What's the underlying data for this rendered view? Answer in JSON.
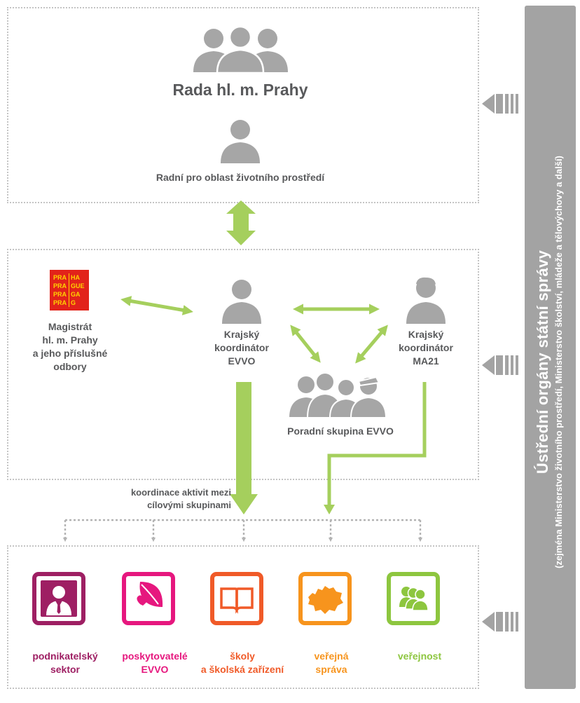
{
  "top": {
    "council_title": "Rada hl. m. Prahy",
    "councillor_label": "Radní pro oblast životního prostředí"
  },
  "middle": {
    "magistrat_logo_cells": [
      "PRA",
      "HA",
      "PRA",
      "GUE",
      "PRA",
      "GA",
      "PRA",
      "G"
    ],
    "magistrat_label": [
      "Magistrát",
      "hl. m. Prahy",
      "a jeho příslušné",
      "odbory"
    ],
    "evvo_coordinator_label": [
      "Krajský",
      "koordinátor",
      "EVVO"
    ],
    "ma21_coordinator_label": [
      "Krajský",
      "koordinátor",
      "MA21"
    ],
    "advisory_group_label": "Poradní skupina EVVO"
  },
  "coordination_note": [
    "koordinace aktivit mezi",
    "cílovými skupinami"
  ],
  "target_groups": [
    {
      "label": [
        "podnikatelský",
        "sektor"
      ],
      "color": "#9e1f63",
      "icon": "businessman-icon"
    },
    {
      "label": [
        "poskytovatelé",
        "EVVO"
      ],
      "color": "#e6177e",
      "icon": "leaf-heart-icon"
    },
    {
      "label": [
        "školy",
        "a školská zařízení"
      ],
      "color": "#f05a28",
      "icon": "open-book-icon"
    },
    {
      "label": [
        "veřejná",
        "správa"
      ],
      "color": "#f7941d",
      "icon": "prague-map-icon"
    },
    {
      "label": [
        "veřejnost"
      ],
      "color": "#8dc63f",
      "icon": "people-group-icon"
    }
  ],
  "government": {
    "title": "Ústřední orgány státní správy",
    "subtitle": "(zejména Ministerstvo životního prostředí, Ministerstvo školství, mládeže a tělovýchovy a další)"
  },
  "colors": {
    "arrow_green": "#a5cf5d",
    "person_gray": "#a6a6a6",
    "text_gray": "#58595b",
    "logo_red": "#e2231a",
    "logo_yellow": "#ffd400",
    "gov_bar": "#a3a3a3"
  }
}
